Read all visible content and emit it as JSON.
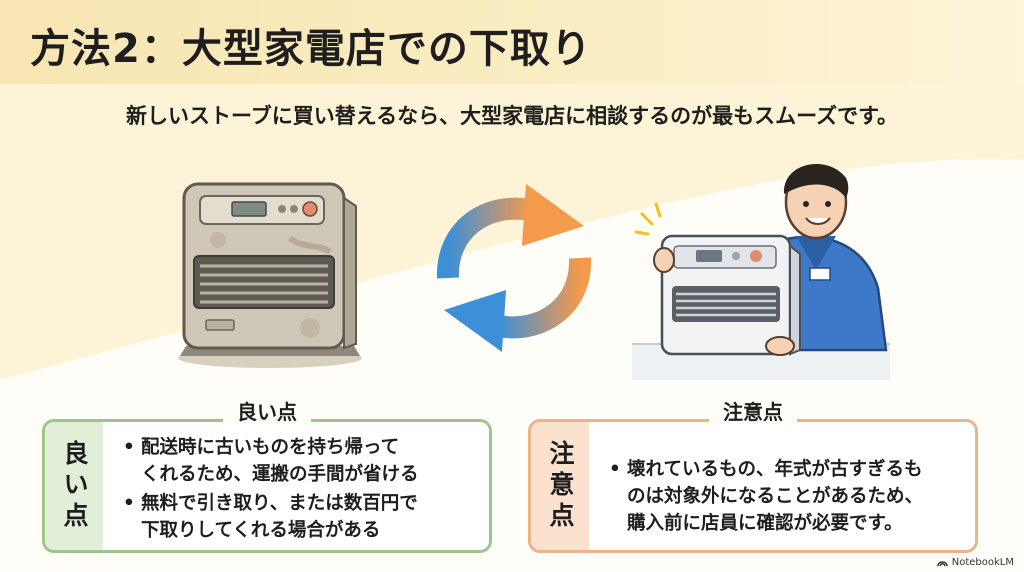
{
  "header": {
    "title": "方法2：大型家電店での下取り",
    "subtitle": "新しいストーブに買い替えるなら、大型家電店に相談するのが最もスムーズです。"
  },
  "good_box": {
    "heading": "良い点",
    "side_label": "良い点",
    "items": [
      "配送時に古いものを持ち帰って\nくれるため、運搬の手間が省ける",
      "無料で引き取り、または数百円で\n下取りしてくれる場合がある"
    ]
  },
  "caution_box": {
    "heading": "注意点",
    "side_label": "注意点",
    "items": [
      "壊れているもの、年式が古すぎるも\nのは対象外になることがあるため、\n購入前に店員に確認が必要です。"
    ]
  },
  "footer": {
    "credit": "NotebookLM"
  },
  "colors": {
    "title_band": "#f7e6b3",
    "good_border": "#9cc68a",
    "good_tab": "#e2efd8",
    "caution_border": "#edb388",
    "caution_tab": "#fbe2cf",
    "arrow_blue": "#3d8fd8",
    "arrow_orange": "#f39a4c"
  },
  "icons": [
    "old-heater-illustration",
    "exchange-arrows-icon",
    "staff-with-new-heater-illustration",
    "notebooklm-logo-icon"
  ]
}
